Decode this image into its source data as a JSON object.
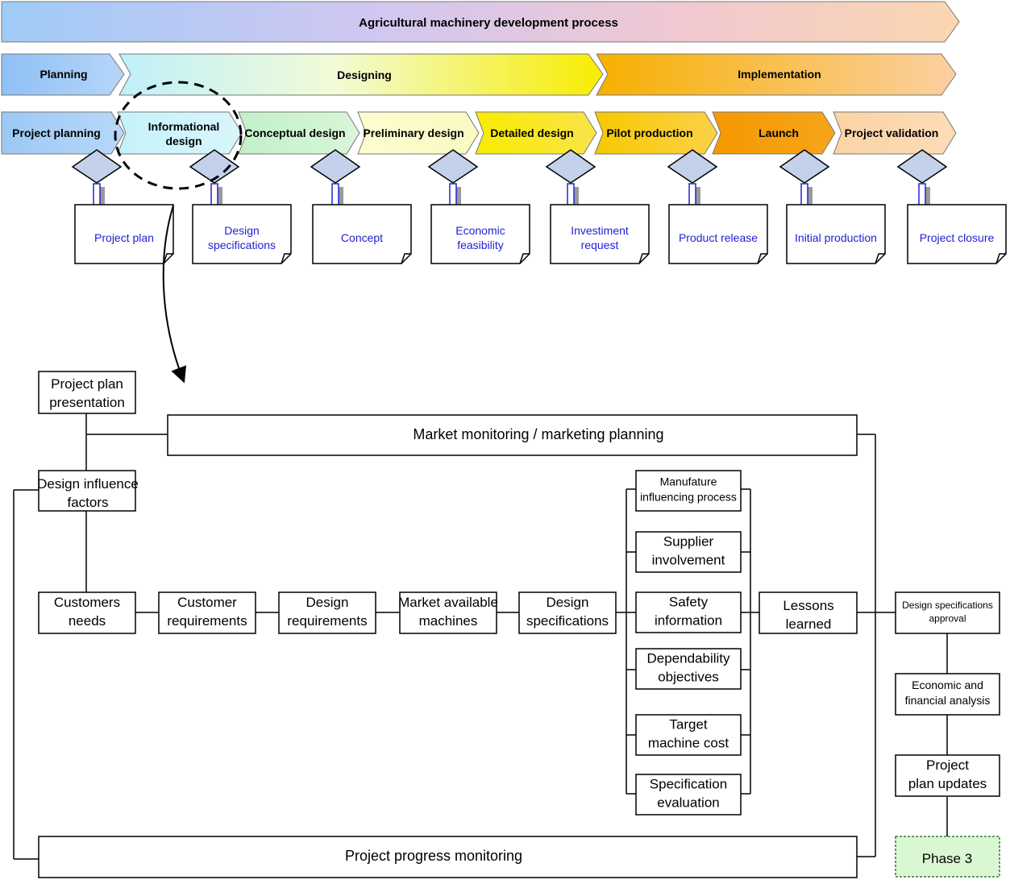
{
  "title": "Agricultural machinery development process",
  "macro_phases": [
    {
      "label": "Planning"
    },
    {
      "label": "Designing"
    },
    {
      "label": "Implementation"
    }
  ],
  "phases": [
    {
      "label": "Project planning",
      "output": "Project plan"
    },
    {
      "label": "Informational design",
      "output": "Design specifications"
    },
    {
      "label": "Conceptual design",
      "output": "Concept"
    },
    {
      "label": "Preliminary design",
      "output": "Economic feasibility"
    },
    {
      "label": "Detailed design",
      "output": "Investiment request"
    },
    {
      "label": "Pilot production",
      "output": "Product release"
    },
    {
      "label": "Launch",
      "output": "Initial production"
    },
    {
      "label": "Project validation",
      "output": "Project closure"
    }
  ],
  "detail": {
    "project_plan_presentation": "Project plan presentation",
    "market_monitoring": "Market monitoring / marketing planning",
    "design_influence_factors": "Design influence factors",
    "main_chain": [
      "Customers needs",
      "Customer requirements",
      "Design requirements",
      "Market available machines",
      "Design specifications"
    ],
    "parallel": [
      "Manufature influencing process",
      "Supplier involvement",
      "Safety information",
      "Dependability objectives",
      "Target machine cost",
      "Specification evaluation"
    ],
    "lessons_learned": "Lessons learned",
    "right_chain": [
      "Design specifications approval",
      "Economic and financial analysis",
      "Project plan updates"
    ],
    "phase3": "Phase 3",
    "project_progress": "Project progress monitoring"
  },
  "colors": {
    "doc_text": "#1f1fd6",
    "diamond": "#c3d2ea",
    "arrow": "#2222dd",
    "phase3_fill": "#d9f7d3"
  }
}
